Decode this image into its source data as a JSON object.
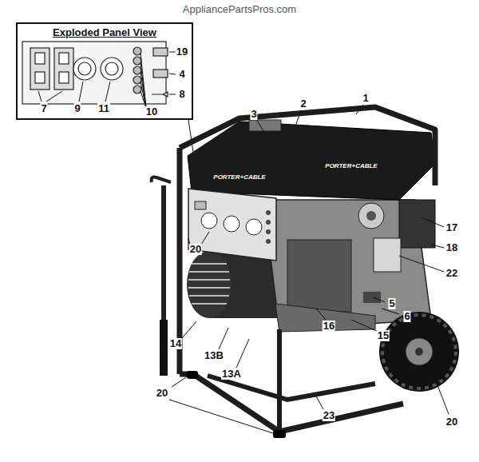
{
  "diagram": {
    "nodes": [
      {
        "text": [
          "Exploded Panel View"
        ]
      }
    ],
    "labels": [
      "AppliancePartsPros.com",
      "19",
      "4",
      "8",
      "7",
      "9",
      "11",
      "10",
      "1",
      "2",
      "3",
      "PORTER+CABLE",
      "PORTER+CABLE",
      "17",
      "18",
      "20",
      "22",
      "5",
      "6",
      "16",
      "14",
      "15",
      "13B",
      "13A",
      "20",
      "23",
      "20"
    ]
  }
}
